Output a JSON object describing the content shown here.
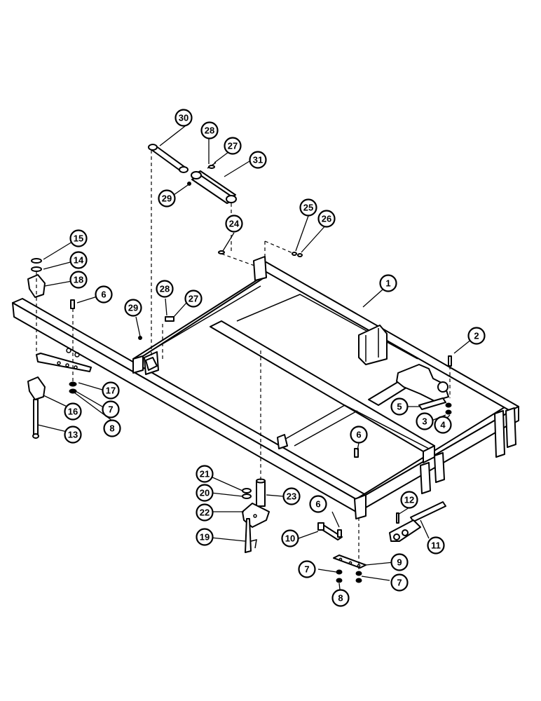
{
  "callouts": [
    {
      "id": "1",
      "label": "1"
    },
    {
      "id": "2",
      "label": "2"
    },
    {
      "id": "3",
      "label": "3"
    },
    {
      "id": "4",
      "label": "4"
    },
    {
      "id": "5",
      "label": "5"
    },
    {
      "id": "6a",
      "label": "6"
    },
    {
      "id": "6b",
      "label": "6"
    },
    {
      "id": "6c",
      "label": "6"
    },
    {
      "id": "7a",
      "label": "7"
    },
    {
      "id": "7b",
      "label": "7"
    },
    {
      "id": "7c",
      "label": "7"
    },
    {
      "id": "8a",
      "label": "8"
    },
    {
      "id": "8b",
      "label": "8"
    },
    {
      "id": "9",
      "label": "9"
    },
    {
      "id": "10",
      "label": "10"
    },
    {
      "id": "11",
      "label": "11"
    },
    {
      "id": "12",
      "label": "12"
    },
    {
      "id": "13",
      "label": "13"
    },
    {
      "id": "14",
      "label": "14"
    },
    {
      "id": "15",
      "label": "15"
    },
    {
      "id": "16",
      "label": "16"
    },
    {
      "id": "17",
      "label": "17"
    },
    {
      "id": "18",
      "label": "18"
    },
    {
      "id": "19",
      "label": "19"
    },
    {
      "id": "20",
      "label": "20"
    },
    {
      "id": "21",
      "label": "21"
    },
    {
      "id": "22",
      "label": "22"
    },
    {
      "id": "23",
      "label": "23"
    },
    {
      "id": "24",
      "label": "24"
    },
    {
      "id": "25",
      "label": "25"
    },
    {
      "id": "26",
      "label": "26"
    },
    {
      "id": "27a",
      "label": "27"
    },
    {
      "id": "27b",
      "label": "27"
    },
    {
      "id": "28a",
      "label": "28"
    },
    {
      "id": "28b",
      "label": "28"
    },
    {
      "id": "29a",
      "label": "29"
    },
    {
      "id": "29b",
      "label": "29"
    },
    {
      "id": "30",
      "label": "30"
    },
    {
      "id": "31",
      "label": "31"
    }
  ]
}
